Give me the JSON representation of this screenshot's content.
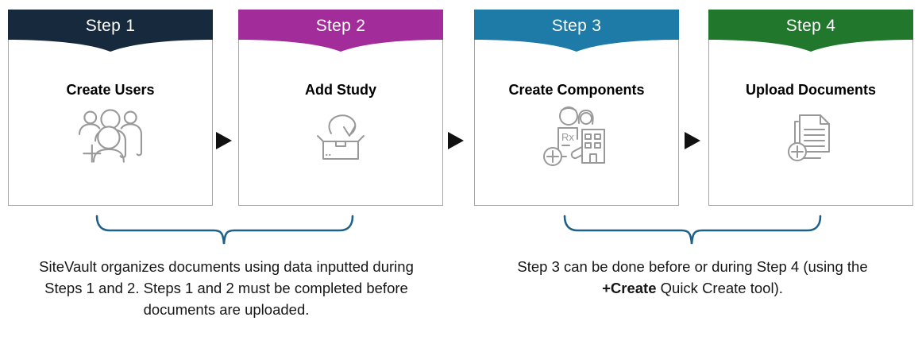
{
  "figure": {
    "steps": [
      {
        "label": "Step 1",
        "title": "Create Users",
        "color": "#16293d",
        "icon": "group-add-icon"
      },
      {
        "label": "Step 2",
        "title": "Add Study",
        "color": "#a32c9b",
        "icon": "archive-arrow-icon"
      },
      {
        "label": "Step 3",
        "title": "Create Components",
        "color": "#1e7ba7",
        "icon": "people-rx-building-add-icon"
      },
      {
        "label": "Step 4",
        "title": "Upload Documents",
        "color": "#21782c",
        "icon": "documents-add-icon"
      }
    ],
    "arrow_color": "#111111",
    "brace_color": "#20618a",
    "icon_color": "#999999",
    "box_border_color": "#a6a6a6",
    "notes": {
      "left": "SiteVault organizes documents using data inputted during Steps 1 and 2. Steps 1 and 2 must be completed before documents are uploaded.",
      "right_part1": "Step 3 can be done before or during Step 4 (using the ",
      "right_bold": "+Create",
      "right_part2": " Quick Create tool)."
    }
  }
}
